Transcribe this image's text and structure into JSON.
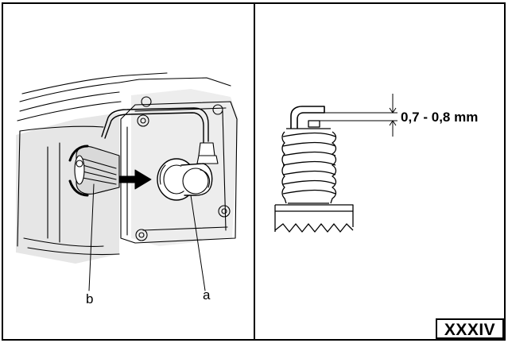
{
  "left_panel": {
    "callout_b": "b",
    "callout_a": "a"
  },
  "right_panel": {
    "gap_dimension": "0,7 - 0,8 mm"
  },
  "figure_number": "XXXIV",
  "colors": {
    "ink": "#000000",
    "paper": "#ffffff",
    "shade": "#d9d9d9"
  }
}
